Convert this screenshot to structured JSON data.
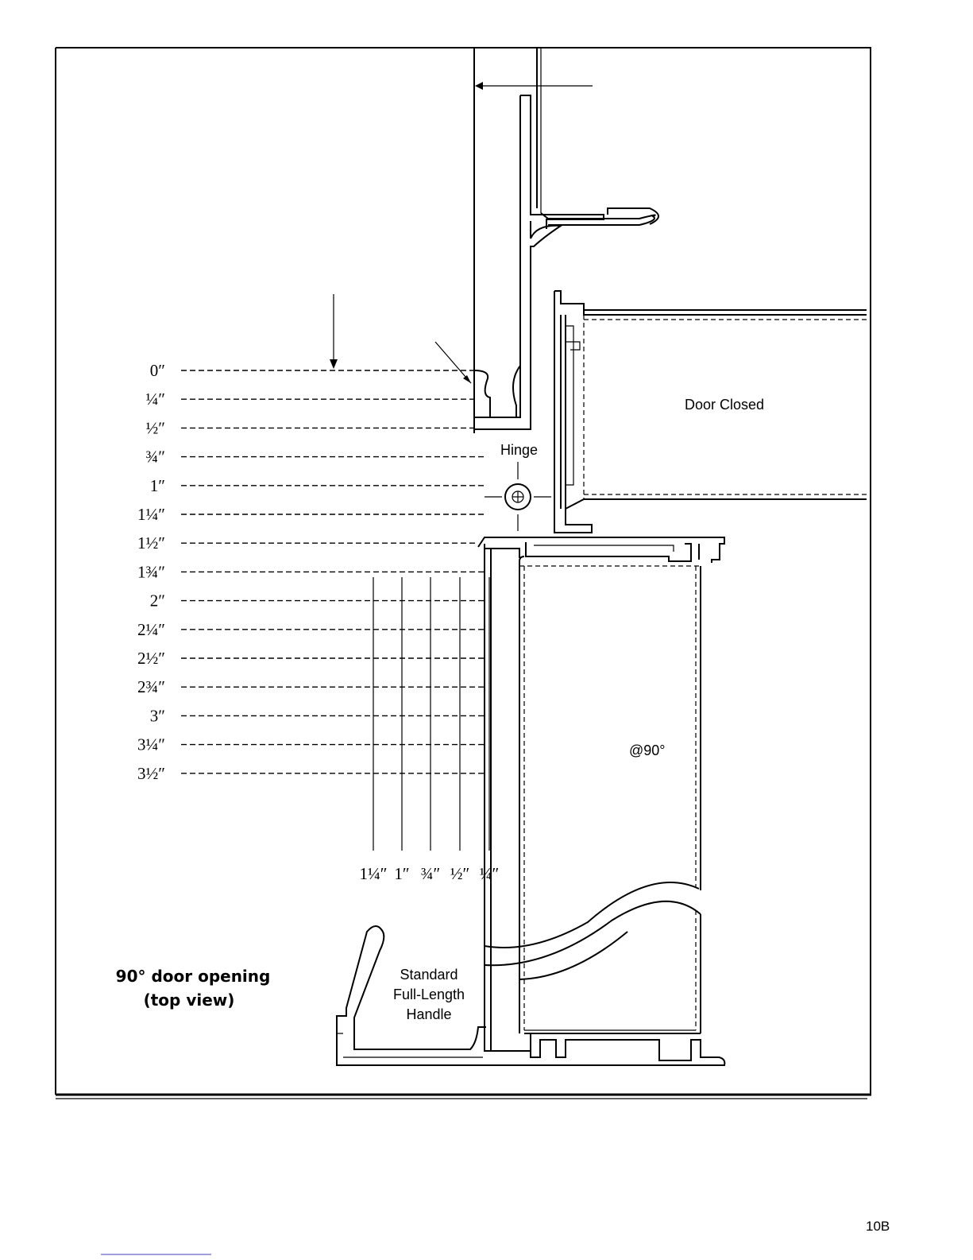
{
  "diagram": {
    "vertical_scale": [
      "0″",
      "¼″",
      "½″",
      "¾″",
      "1″",
      "1¼″",
      "1½″",
      "1¾″",
      "2″",
      "2¼″",
      "2½″",
      "2¾″",
      "3″",
      "3¼″",
      "3½″"
    ],
    "horizontal_scale": [
      "1¼″",
      "1″",
      "¾″",
      "½″",
      "¼″"
    ],
    "labels": {
      "door_closed": "Door Closed",
      "hinge": "Hinge",
      "door_open": "@90°",
      "handle_line1": "Standard",
      "handle_line2": "Full-Length",
      "handle_line3": "Handle"
    },
    "caption": {
      "line1": "90° door opening",
      "line2": "(top view)"
    }
  },
  "page_number": "10B"
}
